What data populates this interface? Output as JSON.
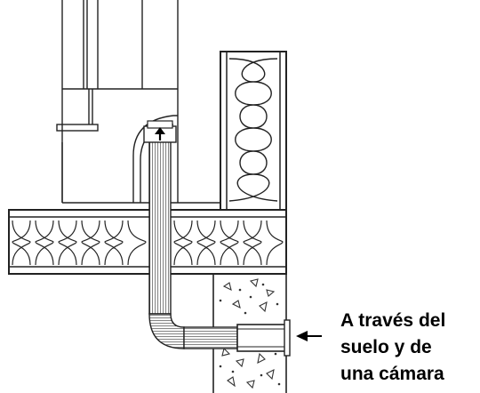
{
  "caption": {
    "line1": "A través del",
    "line2": "suelo y de",
    "line3": "una cámara"
  }
}
